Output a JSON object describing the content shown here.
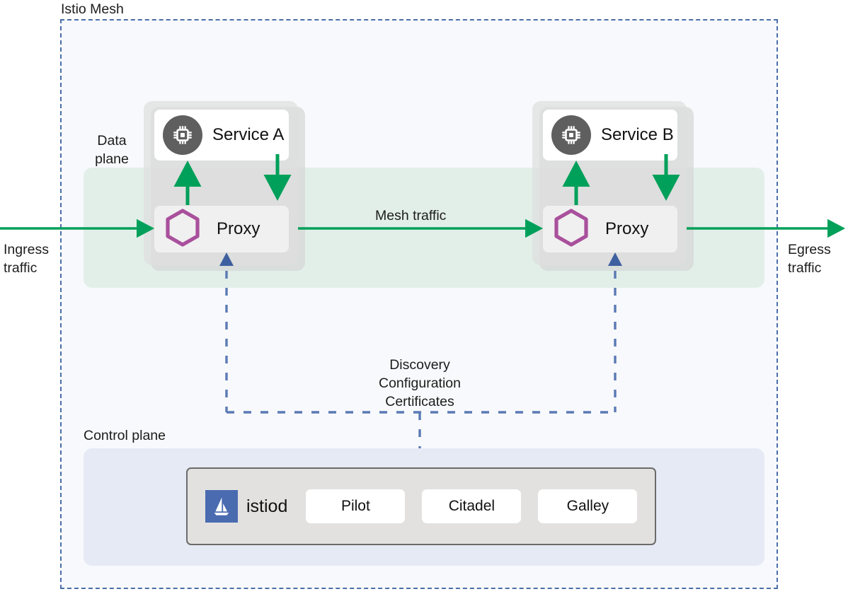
{
  "diagram": {
    "title": "Istio Mesh",
    "background_color": "#ffffff"
  },
  "mesh": {
    "label": "Istio Mesh",
    "border_color": "#4a6ea9",
    "fill_color": "#f8f9fc"
  },
  "data_plane": {
    "label": "Data\nplane",
    "band_color": "#e2efe9",
    "pods": [
      {
        "service_label": "Service A",
        "service_icon": "cpu-chip-icon",
        "proxy_label": "Proxy",
        "proxy_icon": "hexagon-envoy-icon"
      },
      {
        "service_label": "Service B",
        "service_icon": "cpu-chip-icon",
        "proxy_label": "Proxy",
        "proxy_icon": "hexagon-envoy-icon"
      }
    ]
  },
  "traffic": {
    "ingress_label": "Ingress\ntraffic",
    "egress_label": "Egress\ntraffic",
    "mesh_label": "Mesh traffic",
    "arrow_color": "#00a05a"
  },
  "control_link": {
    "label": "Discovery\nConfiguration\nCertificates",
    "line_color": "#5a7ab5"
  },
  "control_plane": {
    "label": "Control plane",
    "box_color": "#e6eaf5",
    "istiod": {
      "name": "istiod",
      "logo_icon": "istio-sailboat-logo",
      "logo_color": "#4a6bb0",
      "components": [
        {
          "label": "Pilot"
        },
        {
          "label": "Citadel"
        },
        {
          "label": "Galley"
        }
      ]
    }
  }
}
